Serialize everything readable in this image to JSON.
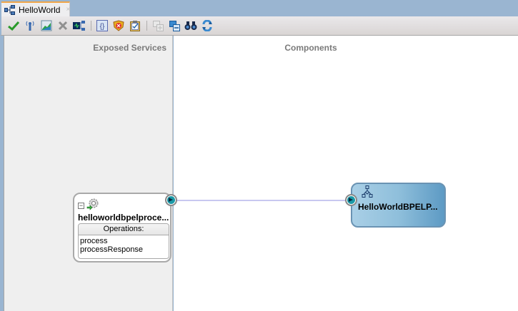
{
  "tab": {
    "label": "HelloWorld",
    "close": "×",
    "icon": "composite-icon"
  },
  "toolbar": {
    "buttons": [
      {
        "name": "validate",
        "icon": "checkmark-icon",
        "glyph": "✔",
        "color": "#2a9a2a"
      },
      {
        "name": "antenna",
        "icon": "antenna-icon",
        "glyph": "📡",
        "color": "#3a6ab0"
      },
      {
        "name": "chart",
        "icon": "chart-icon",
        "glyph": "▰",
        "color": "#2aa0d0"
      },
      {
        "name": "delete",
        "icon": "x-icon",
        "glyph": "✖",
        "color": "#909090"
      },
      {
        "name": "layout",
        "icon": "wiring-icon",
        "glyph": "▦",
        "color": "#1a3a8a"
      },
      {
        "name": "source",
        "icon": "braces-icon",
        "glyph": "{}",
        "color": "#5a6ab0"
      },
      {
        "name": "policy",
        "icon": "shield-icon",
        "glyph": "⛨",
        "color": "#e0a020"
      },
      {
        "name": "test",
        "icon": "clipboard-check-icon",
        "glyph": "☑",
        "color": "#5a7ab0"
      },
      {
        "name": "expand",
        "icon": "expand-all-icon",
        "glyph": "⊞",
        "color": "#c0c0c0"
      },
      {
        "name": "collapse",
        "icon": "collapse-all-icon",
        "glyph": "⊟",
        "color": "#3a8ad0"
      },
      {
        "name": "find",
        "icon": "binoculars-icon",
        "glyph": "🔭",
        "color": "#1a3a6a"
      },
      {
        "name": "refresh",
        "icon": "refresh-icon",
        "glyph": "⟲",
        "color": "#3a8ad0"
      }
    ]
  },
  "panes": {
    "left_title": "Exposed Services",
    "right_title": "Components"
  },
  "service": {
    "name": "helloworldbpelproce...",
    "collapse": "−",
    "operations_label": "Operations:",
    "operations": [
      "process",
      "processResponse"
    ]
  },
  "component": {
    "name": "HelloWorldBPELP..."
  },
  "colors": {
    "tab_accent": "#f0a64a",
    "chrome_blue": "#9ab5d1",
    "port_teal": "#1a9aa8",
    "wire": "#c8c8f0",
    "component_fill": "#8fbfdb"
  }
}
